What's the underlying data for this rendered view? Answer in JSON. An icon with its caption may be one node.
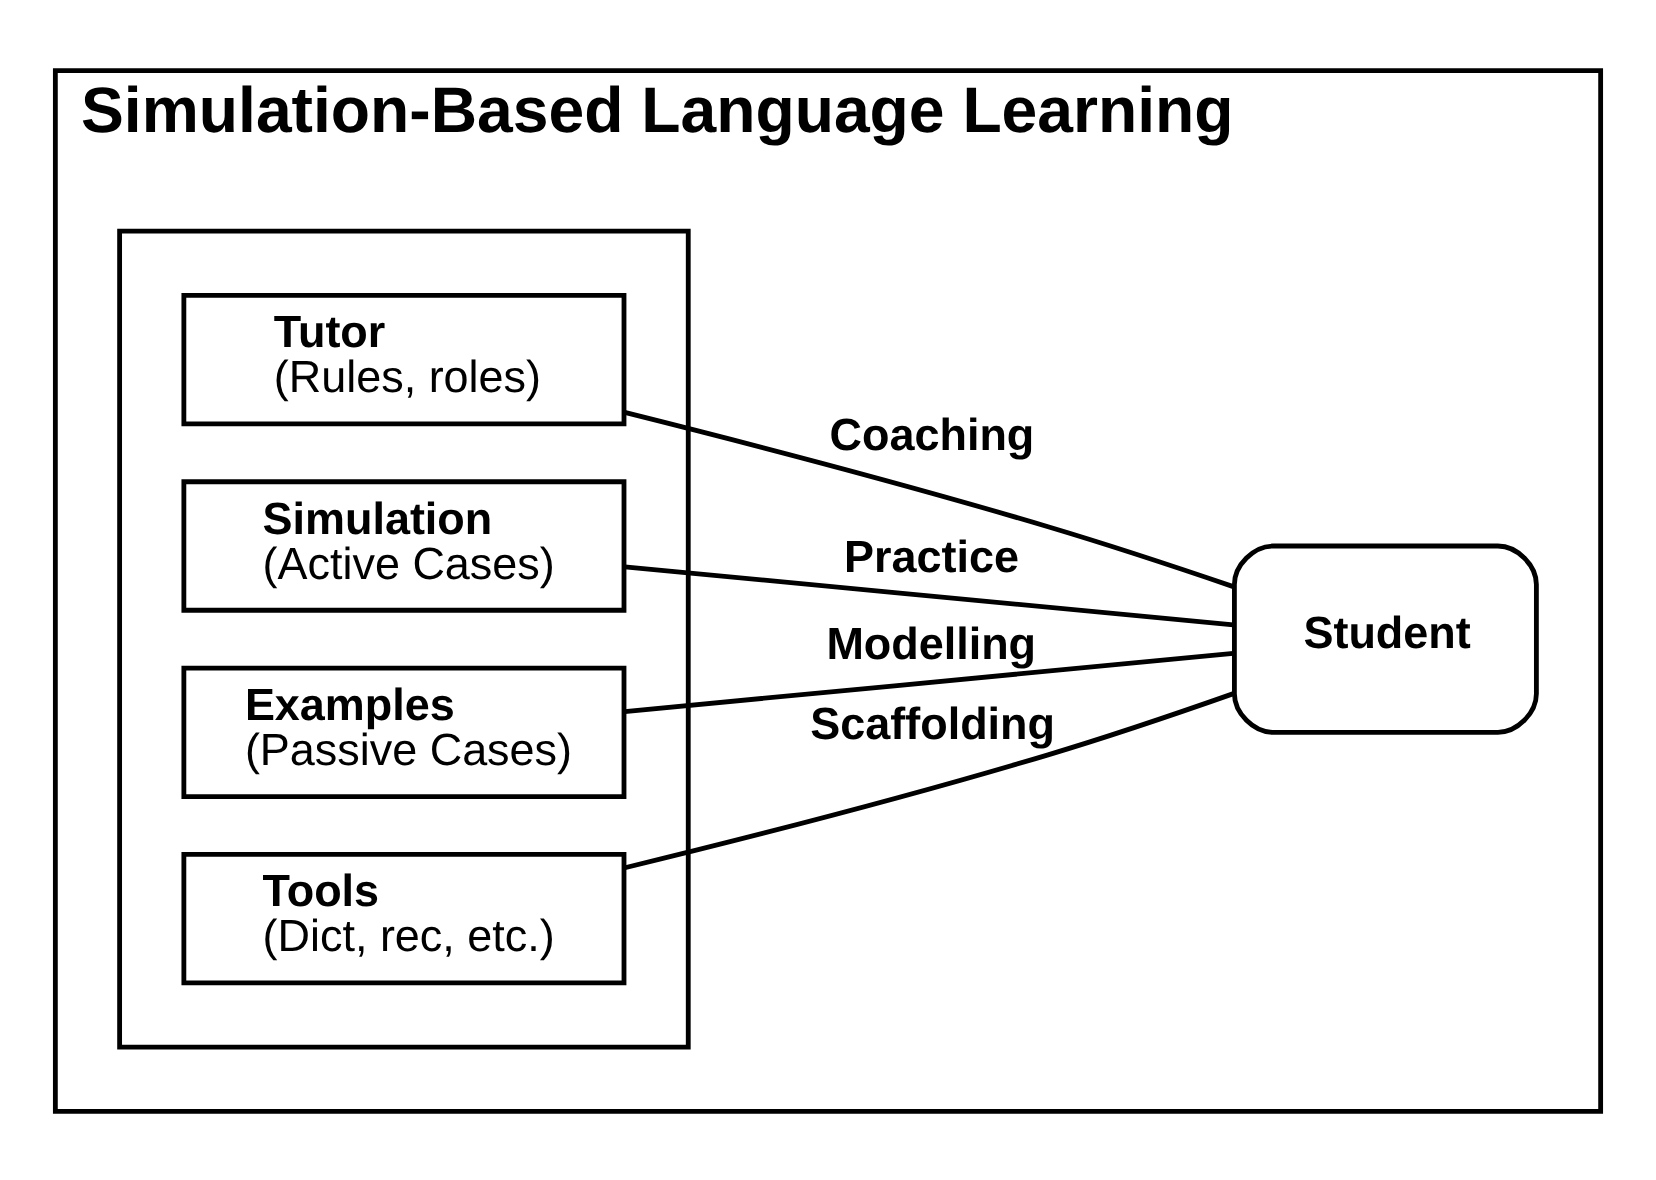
{
  "diagram": {
    "nodes": [
      {
        "text": [
          "Simulation-Based Language Learning"
        ]
      },
      {
        "text": [],
        "shape": "box",
        "in": 0
      },
      {
        "text": [
          "Tutor",
          "(Rules, roles)"
        ],
        "in": 1
      },
      {
        "text": [
          "Simulation",
          "(Active Cases)"
        ],
        "in": 1
      },
      {
        "text": [
          "Examples",
          "(Passive Cases)"
        ],
        "in": 1
      },
      {
        "text": [
          "Tools",
          "(Dict, rec, etc.)"
        ],
        "in": 1
      },
      {
        "text": [
          "Student"
        ],
        "in": 0
      }
    ],
    "edges": [
      {
        "from": 2,
        "to": 6,
        "arrow": "none",
        "label": "Coaching"
      },
      {
        "from": 3,
        "to": 6,
        "arrow": "none",
        "label": "Practice"
      },
      {
        "from": 4,
        "to": 6,
        "arrow": "none",
        "label": "Modelling"
      },
      {
        "from": 5,
        "to": 6,
        "arrow": "none",
        "label": "Scaffolding"
      }
    ]
  }
}
